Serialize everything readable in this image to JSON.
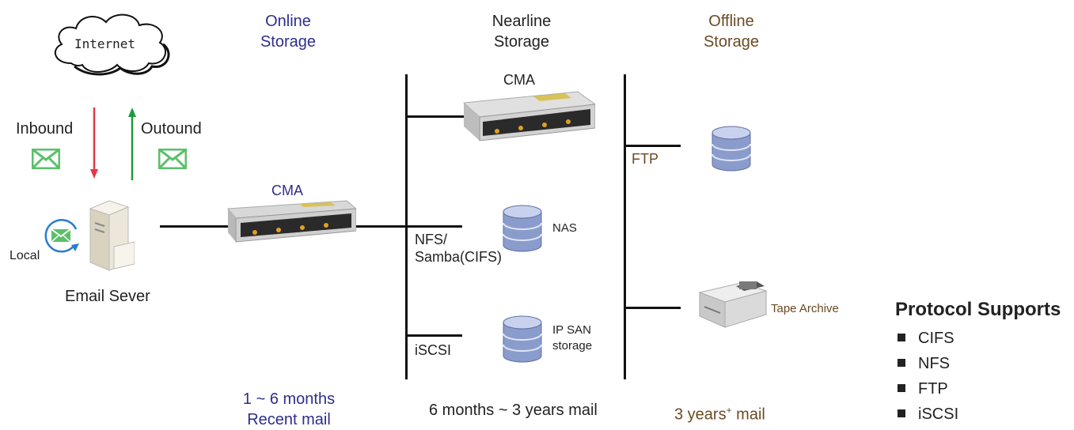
{
  "internet": {
    "label": "Internet",
    "icon": "cloud-icon"
  },
  "arrows": {
    "inbound_label": "Inbound",
    "outbound_label": "Outound",
    "inbound_color": "#e03a44",
    "outbound_color": "#1e9a3a"
  },
  "email_server": {
    "label": "Email Sever",
    "local_label": "Local"
  },
  "online": {
    "heading_line1": "Online",
    "heading_line2": "Storage",
    "device_label": "CMA",
    "period_line1": "1 ~ 6 months",
    "period_line2": "Recent mail"
  },
  "nearline": {
    "heading_line1": "Nearline",
    "heading_line2": "Storage",
    "cma_label": "CMA",
    "nfs_line1": "NFS/",
    "nfs_line2": "Samba(CIFS)",
    "nas_label": "NAS",
    "iscsi_label": "iSCSI",
    "ipsan_line1": "IP SAN",
    "ipsan_line2": "storage",
    "period": "6 months ~ 3 years mail"
  },
  "offline": {
    "heading_line1": "Offline",
    "heading_line2": "Storage",
    "ftp_label": "FTP",
    "tape_label": "Tape Archive",
    "period_base": "3 years",
    "period_sup": "+",
    "period_tail": " mail"
  },
  "protocols": {
    "title": "Protocol Supports",
    "items": [
      "CIFS",
      "NFS",
      "FTP",
      "iSCSI"
    ]
  },
  "colors": {
    "navy": "#2e2e8c",
    "brown": "#6b4a22",
    "envelope": "#5cbf6a"
  }
}
